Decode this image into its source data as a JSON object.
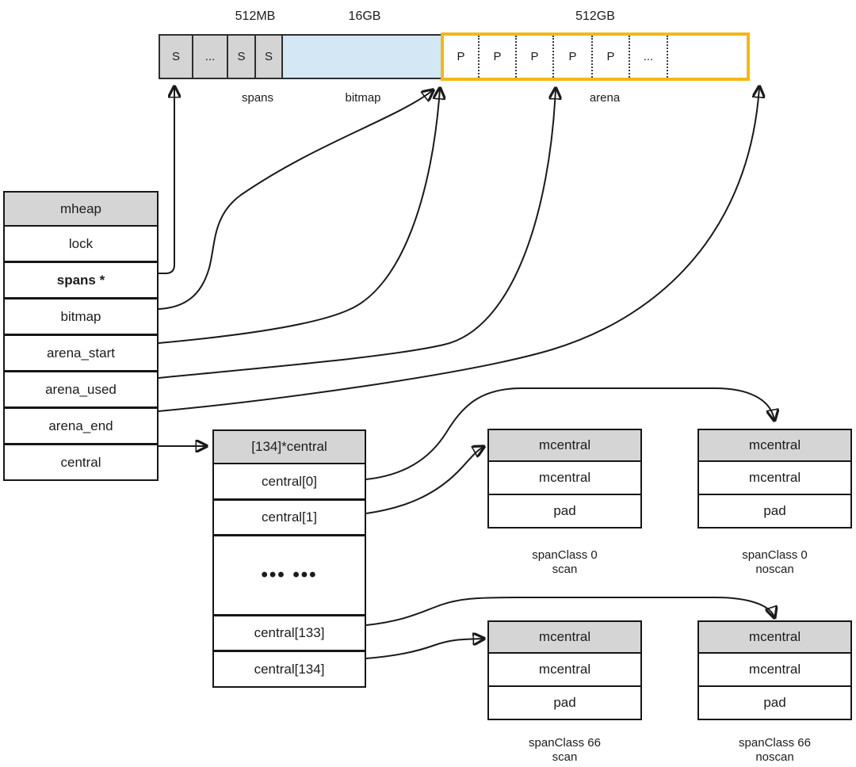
{
  "memory_bar": {
    "spans": {
      "size_label": "512MB",
      "section_label": "spans",
      "cells": [
        "S",
        "...",
        "S",
        "S"
      ]
    },
    "bitmap": {
      "size_label": "16GB",
      "section_label": "bitmap"
    },
    "arena": {
      "size_label": "512GB",
      "section_label": "arena",
      "cells": [
        "P",
        "P",
        "P",
        "P",
        "P",
        "..."
      ]
    }
  },
  "mheap": {
    "header": "mheap",
    "rows": [
      "lock",
      "spans *",
      "bitmap",
      "arena_start",
      "arena_used",
      "arena_end",
      "central"
    ]
  },
  "central_array": {
    "header": "[134]*central",
    "rows": [
      "central[0]",
      "central[1]",
      "••• •••",
      "central[133]",
      "central[134]"
    ]
  },
  "mcentral": {
    "top_left": {
      "header": "mcentral",
      "row1": "mcentral",
      "row2": "pad",
      "caption1": "spanClass 0",
      "caption2": "scan"
    },
    "top_right": {
      "header": "mcentral",
      "row1": "mcentral",
      "row2": "pad",
      "caption1": "spanClass 0",
      "caption2": "noscan"
    },
    "bottom_left": {
      "header": "mcentral",
      "row1": "mcentral",
      "row2": "pad",
      "caption1": "spanClass 66",
      "caption2": "scan"
    },
    "bottom_right": {
      "header": "mcentral",
      "row1": "mcentral",
      "row2": "pad",
      "caption1": "spanClass 66",
      "caption2": "noscan"
    }
  },
  "colors": {
    "header_fill": "#d5d5d5",
    "spans_fill": "#d4d4d4",
    "bitmap_fill": "#d3e8f4",
    "arena_border": "#f4b719",
    "line": "#1a1a1a"
  }
}
